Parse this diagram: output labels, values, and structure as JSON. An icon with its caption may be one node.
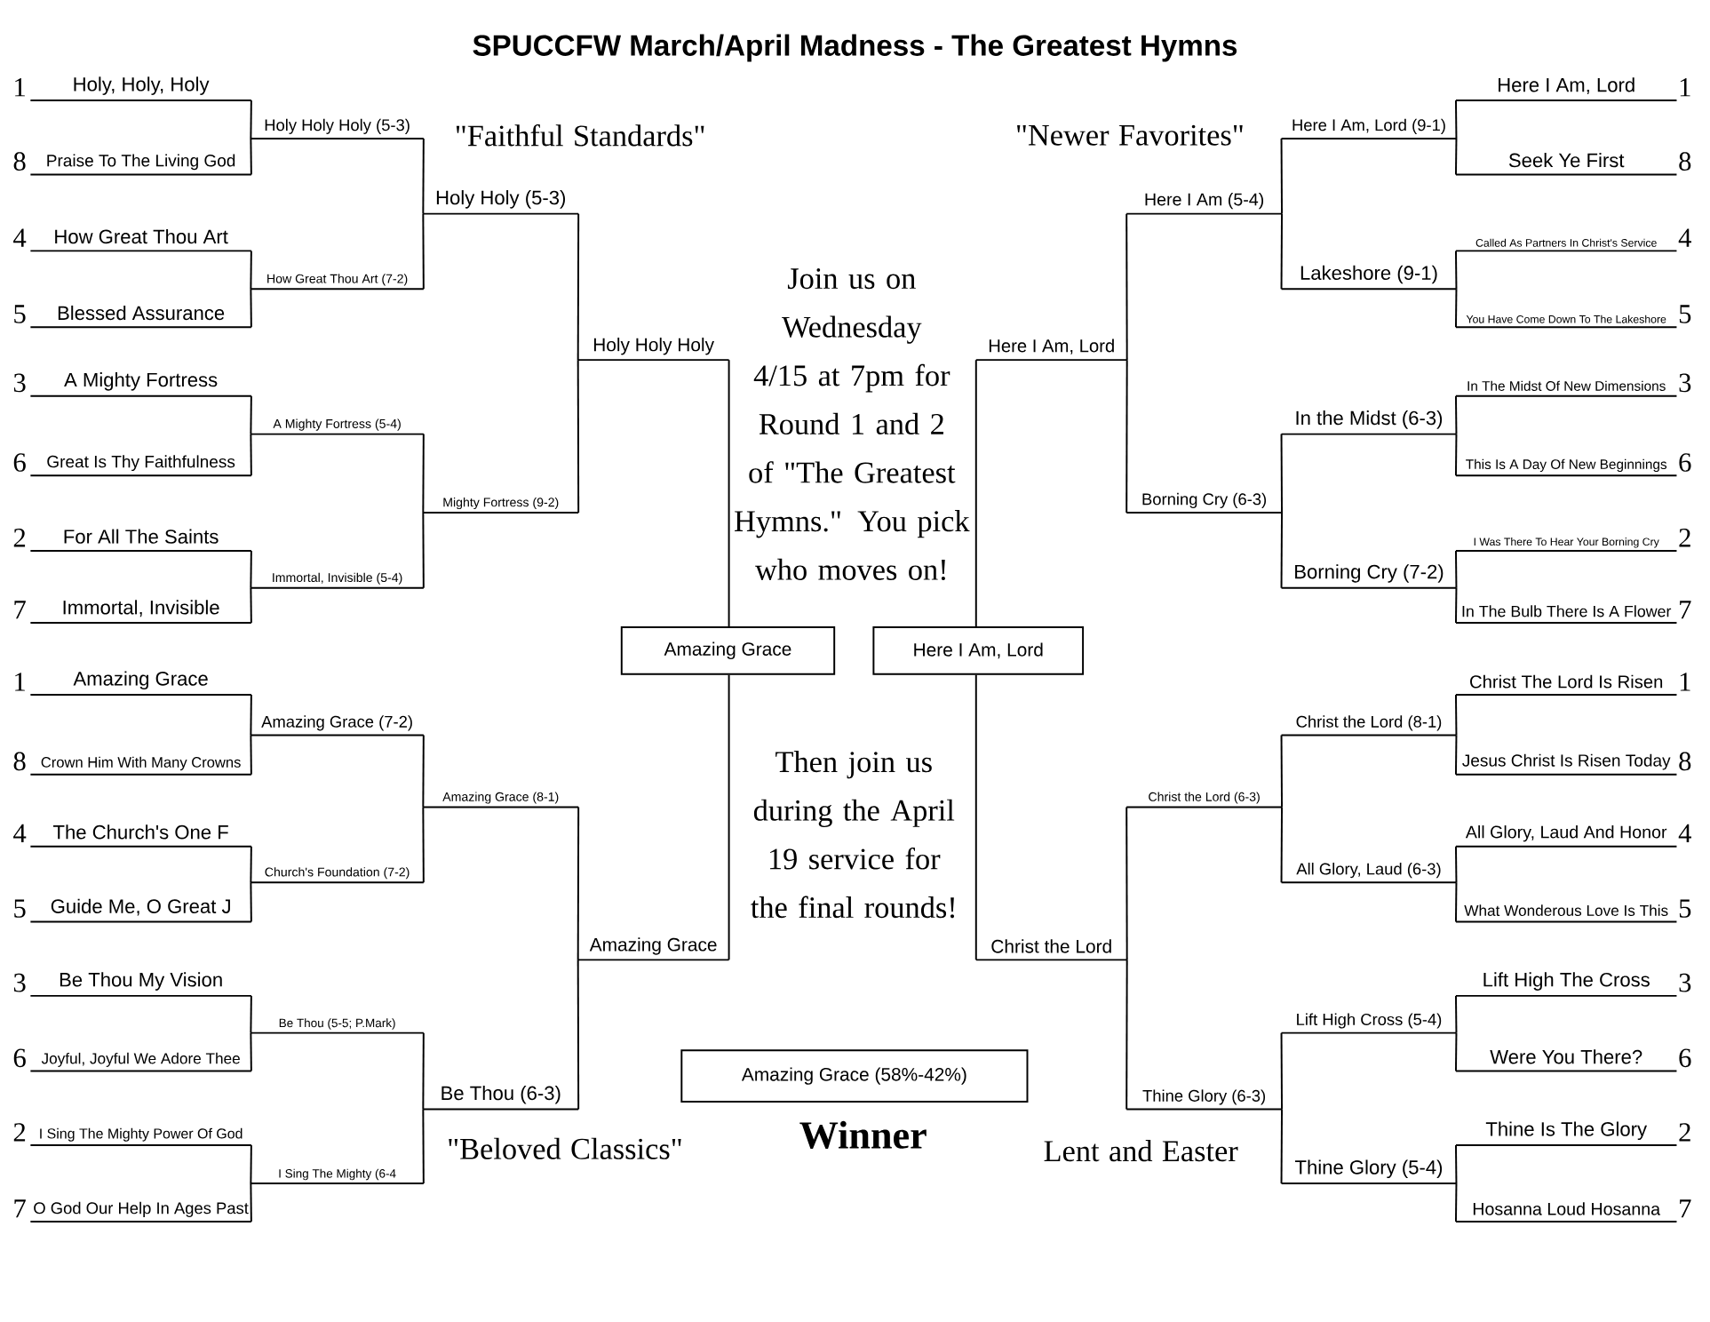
{
  "diagram": {
    "title": "SPUCCFW March/April Madness - The Greatest Hymns",
    "nodes": [
      {
        "text": [
          "Holy, Holy, Holy"
        ],
        "beside": [
          "1"
        ]
      },
      {
        "text": [
          "Praise To The Living God"
        ],
        "beside": [
          "8"
        ]
      },
      {
        "text": [
          "How Great Thou Art"
        ],
        "beside": [
          "4"
        ]
      },
      {
        "text": [
          "Blessed Assurance"
        ],
        "beside": [
          "5"
        ]
      },
      {
        "text": [
          "A Mighty Fortress"
        ],
        "beside": [
          "3"
        ]
      },
      {
        "text": [
          "Great Is Thy Faithfulness"
        ],
        "beside": [
          "6"
        ]
      },
      {
        "text": [
          "For All The Saints"
        ],
        "beside": [
          "2"
        ]
      },
      {
        "text": [
          "Immortal, Invisible"
        ],
        "beside": [
          "7"
        ]
      },
      {
        "text": [
          "Amazing Grace"
        ],
        "beside": [
          "1"
        ]
      },
      {
        "text": [
          "Crown Him With Many Crowns"
        ],
        "beside": [
          "8"
        ]
      },
      {
        "text": [
          "The Church's One F"
        ],
        "beside": [
          "4"
        ]
      },
      {
        "text": [
          "Guide Me, O Great J"
        ],
        "beside": [
          "5"
        ]
      },
      {
        "text": [
          "Be Thou My Vision"
        ],
        "beside": [
          "3"
        ]
      },
      {
        "text": [
          "Joyful, Joyful We Adore Thee"
        ],
        "beside": [
          "6"
        ]
      },
      {
        "text": [
          "I Sing The Mighty Power Of God"
        ],
        "beside": [
          "2"
        ]
      },
      {
        "text": [
          "O God Our Help In Ages Past"
        ],
        "beside": [
          "7"
        ]
      },
      {
        "text": [
          "Holy Holy Holy (5-3)"
        ]
      },
      {
        "text": [
          "How Great Thou Art (7-2)"
        ]
      },
      {
        "text": [
          "A Mighty Fortress (5-4)"
        ]
      },
      {
        "text": [
          "Immortal, Invisible (5-4)"
        ]
      },
      {
        "text": [
          "Amazing Grace (7-2)"
        ]
      },
      {
        "text": [
          "Church's Foundation (7-2)"
        ]
      },
      {
        "text": [
          "Be Thou  (5-5; P.Mark)"
        ]
      },
      {
        "text": [
          "I Sing The Mighty (6-4"
        ]
      },
      {
        "text": [
          "Holy Holy (5-3)"
        ]
      },
      {
        "text": [
          "Mighty Fortress (9-2)"
        ]
      },
      {
        "text": [
          "Amazing Grace (8-1)"
        ]
      },
      {
        "text": [
          "Be Thou (6-3)"
        ]
      },
      {
        "text": [
          "Holy Holy Holy"
        ]
      },
      {
        "text": [
          "Amazing Grace"
        ]
      },
      {
        "text": [
          "Amazing Grace"
        ]
      },
      {
        "text": [
          "Here I Am, Lord"
        ]
      },
      {
        "text": [
          "Here I Am, Lord"
        ]
      },
      {
        "text": [
          "Christ the Lord"
        ]
      },
      {
        "text": [
          "Here I Am (5-4)"
        ]
      },
      {
        "text": [
          "Borning Cry (6-3)"
        ]
      },
      {
        "text": [
          "Christ the Lord (6-3)"
        ]
      },
      {
        "text": [
          "Thine Glory (6-3)"
        ]
      },
      {
        "text": [
          "Here I Am, Lord (9-1)"
        ]
      },
      {
        "text": [
          "Lakeshore (9-1)"
        ]
      },
      {
        "text": [
          "In the Midst (6-3)"
        ]
      },
      {
        "text": [
          "Borning Cry (7-2)"
        ]
      },
      {
        "text": [
          "Christ the Lord (8-1)"
        ]
      },
      {
        "text": [
          "All Glory, Laud (6-3)"
        ]
      },
      {
        "text": [
          "Lift High Cross (5-4)"
        ]
      },
      {
        "text": [
          "Thine Glory (5-4)"
        ]
      },
      {
        "text": [
          "Here I Am, Lord"
        ],
        "beside": [
          "1"
        ]
      },
      {
        "text": [
          "Seek Ye First"
        ],
        "beside": [
          "8"
        ]
      },
      {
        "text": [
          "Called As Partners In Christ's Service"
        ],
        "beside": [
          "4"
        ]
      },
      {
        "text": [
          "You Have Come Down To The Lakeshore"
        ],
        "beside": [
          "5"
        ]
      },
      {
        "text": [
          "In The Midst Of New Dimensions"
        ],
        "beside": [
          "3"
        ]
      },
      {
        "text": [
          "This Is A Day Of New Beginnings"
        ],
        "beside": [
          "6"
        ]
      },
      {
        "text": [
          "I Was There To Hear Your Borning Cry"
        ],
        "beside": [
          "2"
        ]
      },
      {
        "text": [
          "In The Bulb There Is A Flower"
        ],
        "beside": [
          "7"
        ]
      },
      {
        "text": [
          "Christ The Lord Is Risen"
        ],
        "beside": [
          "1"
        ]
      },
      {
        "text": [
          "Jesus Christ Is Risen Today"
        ],
        "beside": [
          "8"
        ]
      },
      {
        "text": [
          "All Glory, Laud And Honor"
        ],
        "beside": [
          "4"
        ]
      },
      {
        "text": [
          "What Wonderous Love Is This"
        ],
        "beside": [
          "5"
        ]
      },
      {
        "text": [
          "Lift High The Cross"
        ],
        "beside": [
          "3"
        ]
      },
      {
        "text": [
          "Were You There?"
        ],
        "beside": [
          "6"
        ]
      },
      {
        "text": [
          "Thine Is The Glory"
        ],
        "beside": [
          "2"
        ]
      },
      {
        "text": [
          "Hosanna Loud Hosanna"
        ],
        "beside": [
          "7"
        ]
      },
      {
        "text": [
          "Amazing Grace (58%-42%)"
        ],
        "beside": [
          "Winner"
        ]
      }
    ],
    "edges": [
      {
        "from": 0,
        "to": 16,
        "arrow": "none"
      },
      {
        "from": 1,
        "to": 16,
        "arrow": "none"
      },
      {
        "from": 2,
        "to": 17,
        "arrow": "none"
      },
      {
        "from": 3,
        "to": 17,
        "arrow": "none"
      },
      {
        "from": 4,
        "to": 18,
        "arrow": "none"
      },
      {
        "from": 5,
        "to": 18,
        "arrow": "none"
      },
      {
        "from": 6,
        "to": 19,
        "arrow": "none"
      },
      {
        "from": 7,
        "to": 19,
        "arrow": "none"
      },
      {
        "from": 8,
        "to": 20,
        "arrow": "none"
      },
      {
        "from": 9,
        "to": 20,
        "arrow": "none"
      },
      {
        "from": 10,
        "to": 21,
        "arrow": "none"
      },
      {
        "from": 11,
        "to": 21,
        "arrow": "none"
      },
      {
        "from": 12,
        "to": 22,
        "arrow": "none"
      },
      {
        "from": 13,
        "to": 22,
        "arrow": "none"
      },
      {
        "from": 14,
        "to": 23,
        "arrow": "none"
      },
      {
        "from": 15,
        "to": 23,
        "arrow": "none"
      },
      {
        "from": 16,
        "to": 24,
        "arrow": "none"
      },
      {
        "from": 17,
        "to": 24,
        "arrow": "none"
      },
      {
        "from": 18,
        "to": 25,
        "arrow": "none"
      },
      {
        "from": 19,
        "to": 25,
        "arrow": "none"
      },
      {
        "from": 20,
        "to": 26,
        "arrow": "none"
      },
      {
        "from": 21,
        "to": 26,
        "arrow": "none"
      },
      {
        "from": 22,
        "to": 27,
        "arrow": "none"
      },
      {
        "from": 23,
        "to": 27,
        "arrow": "none"
      },
      {
        "from": 24,
        "to": 28,
        "arrow": "none"
      },
      {
        "from": 25,
        "to": 28,
        "arrow": "none"
      },
      {
        "from": 26,
        "to": 29,
        "arrow": "none"
      },
      {
        "from": 27,
        "to": 29,
        "arrow": "none"
      },
      {
        "from": 28,
        "to": 30,
        "arrow": "none"
      },
      {
        "from": 29,
        "to": 30,
        "arrow": "none"
      },
      {
        "from": 32,
        "to": 31,
        "arrow": "none"
      },
      {
        "from": 33,
        "to": 31,
        "arrow": "none"
      },
      {
        "from": 34,
        "to": 32,
        "arrow": "none"
      },
      {
        "from": 35,
        "to": 32,
        "arrow": "none"
      },
      {
        "from": 36,
        "to": 33,
        "arrow": "none"
      },
      {
        "from": 37,
        "to": 33,
        "arrow": "none"
      },
      {
        "from": 38,
        "to": 34,
        "arrow": "none"
      },
      {
        "from": 39,
        "to": 34,
        "arrow": "none"
      },
      {
        "from": 40,
        "to": 35,
        "arrow": "none"
      },
      {
        "from": 41,
        "to": 35,
        "arrow": "none"
      },
      {
        "from": 42,
        "to": 36,
        "arrow": "none"
      },
      {
        "from": 43,
        "to": 36,
        "arrow": "none"
      },
      {
        "from": 44,
        "to": 37,
        "arrow": "none"
      },
      {
        "from": 45,
        "to": 37,
        "arrow": "none"
      },
      {
        "from": 46,
        "to": 38,
        "arrow": "none"
      },
      {
        "from": 47,
        "to": 38,
        "arrow": "none"
      },
      {
        "from": 48,
        "to": 39,
        "arrow": "none"
      },
      {
        "from": 49,
        "to": 39,
        "arrow": "none"
      },
      {
        "from": 50,
        "to": 40,
        "arrow": "none"
      },
      {
        "from": 51,
        "to": 40,
        "arrow": "none"
      },
      {
        "from": 52,
        "to": 41,
        "arrow": "none"
      },
      {
        "from": 53,
        "to": 41,
        "arrow": "none"
      },
      {
        "from": 54,
        "to": 42,
        "arrow": "none"
      },
      {
        "from": 55,
        "to": 42,
        "arrow": "none"
      },
      {
        "from": 56,
        "to": 43,
        "arrow": "none"
      },
      {
        "from": 57,
        "to": 43,
        "arrow": "none"
      },
      {
        "from": 58,
        "to": 44,
        "arrow": "none"
      },
      {
        "from": 59,
        "to": 44,
        "arrow": "none"
      },
      {
        "from": 60,
        "to": 45,
        "arrow": "none"
      },
      {
        "from": 61,
        "to": 45,
        "arrow": "none"
      }
    ],
    "labels": [
      "\"Faithful Standards\"",
      "\"Newer Favorites\"",
      "Join us on Wednesday 4/15 at 7pm for Round 1 and 2 of \"The Greatest Hymns.\" You pick who moves on!",
      "Then join us during the April 19 service for the final rounds!",
      "\"Beloved Classics\"",
      "Lent and Easter"
    ]
  }
}
